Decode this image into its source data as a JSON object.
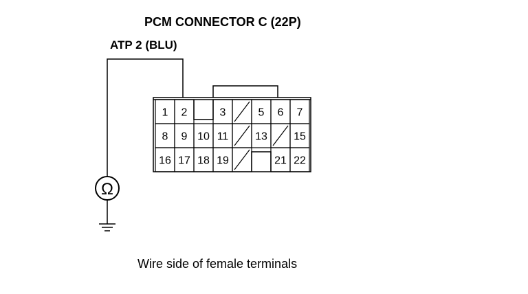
{
  "title": "PCM CONNECTOR C (22P)",
  "wire_label": "ATP 2 (BLU)",
  "meter_symbol": "Ω",
  "caption": "Wire side of female terminals",
  "connector": {
    "rows": [
      [
        "1",
        "2",
        "",
        "3",
        "",
        "5",
        "6",
        "7"
      ],
      [
        "8",
        "9",
        "10",
        "11",
        "",
        "13",
        "",
        "15"
      ],
      [
        "16",
        "17",
        "18",
        "19",
        "",
        "",
        "21",
        "22"
      ]
    ]
  },
  "colors": {
    "line": "#000000",
    "background": "#ffffff"
  }
}
